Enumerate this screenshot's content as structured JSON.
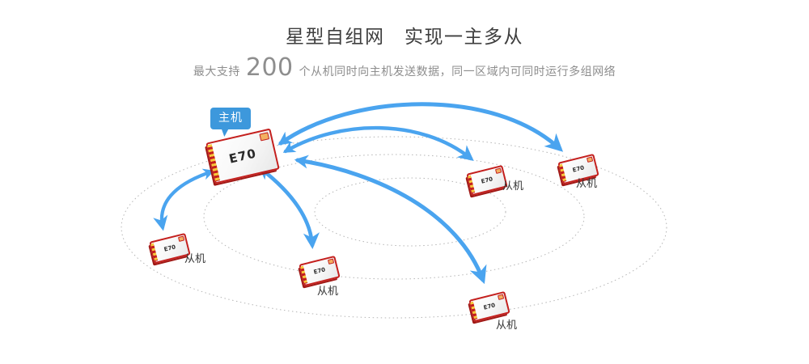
{
  "header": {
    "title": "星型自组网　实现一主多从",
    "subtitle_prefix": "最大支持",
    "subtitle_number": "200",
    "subtitle_suffix": "个从机同时向主机发送数据，同一区域内可同时运行多组网络"
  },
  "diagram": {
    "master": {
      "tooltip": "主机",
      "module_name": "E70"
    },
    "slaves": [
      {
        "module_name": "E70",
        "label": "从机",
        "position": "left"
      },
      {
        "module_name": "E70",
        "label": "从机",
        "position": "bottom-middle"
      },
      {
        "module_name": "E70",
        "label": "从机",
        "position": "bottom-right"
      },
      {
        "module_name": "E70",
        "label": "从机",
        "position": "mid-right"
      },
      {
        "module_name": "E70",
        "label": "从机",
        "position": "far-right"
      }
    ],
    "orbit_count": 3,
    "link_count": 5
  },
  "theme": {
    "arrow_blue": "#4aa4ef",
    "tooltip_blue": "#3d98dc",
    "module_red": "#c4201e",
    "module_dark_red": "#a01815",
    "pin_yellow": "#f6c83c",
    "pad_orange": "#f3b061",
    "ellipse_gray": "#b5b5b5",
    "title_color": "#3e3e3e",
    "subtitle_color": "#8e8e8e",
    "label_color": "#333333",
    "module_text": "#2a2a2a"
  }
}
